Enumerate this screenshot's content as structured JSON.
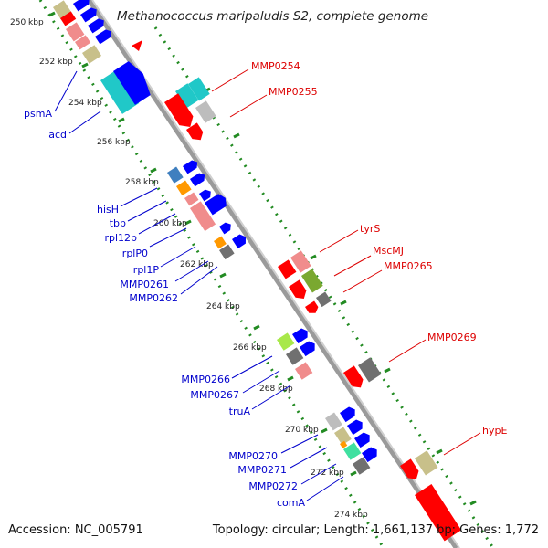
{
  "title": "Methanococcus maripaludis S2, complete genome",
  "footer": {
    "accession": "Accession: NC_005791",
    "topology": "Topology: circular; Length: 1,661,137 bp; Genes: 1,772"
  },
  "ticks": [
    "250 kbp",
    "252 kbp",
    "254 kbp",
    "256 kbp",
    "258 kbp",
    "260 kbp",
    "262 kbp",
    "264 kbp",
    "266 kbp",
    "268 kbp",
    "270 kbp",
    "272 kbp",
    "274 kbp"
  ],
  "labels_left": [
    "psmA",
    "acd",
    "hisH",
    "tbp",
    "rpl12p",
    "rplP0",
    "rpl1P",
    "MMP0261",
    "MMP0262",
    "MMP0266",
    "MMP0267",
    "truA",
    "MMP0270",
    "MMP0271",
    "MMP0272",
    "comA"
  ],
  "labels_right": [
    "MMP0254",
    "MMP0255",
    "tyrS",
    "MscMJ",
    "MMP0265",
    "MMP0269",
    "hypE"
  ],
  "colors": {
    "forward_label": "#0000cc",
    "reverse_label": "#dd0000",
    "backbone": "#999999",
    "dotted_track": "#228b22",
    "blue_arrow": "#0000ff",
    "red_arrow": "#ff0000",
    "cyan": "#20c8c8",
    "salmon": "#f08c8c",
    "olive_light": "#c8c08a",
    "gray": "#707070",
    "light_gray": "#bdbdbd",
    "orange": "#ff9900",
    "steel_blue": "#3f7fbf",
    "lime": "#a8e84a",
    "mint": "#3fe0a0",
    "olive_dark": "#7aa830"
  }
}
